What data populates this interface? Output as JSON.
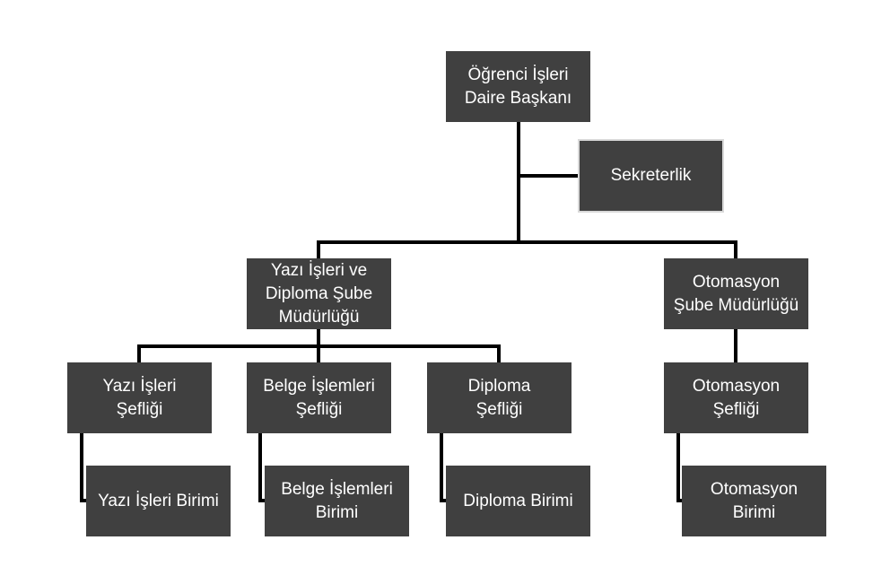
{
  "org_chart": {
    "head": {
      "label": "Öğrenci İşleri\nDaire Başkanı"
    },
    "assistant": {
      "label": "Sekreterlik"
    },
    "branches": [
      {
        "label": "Yazı İşleri ve\nDiploma Şube\nMüdürlüğü"
      },
      {
        "label": "Otomasyon\nŞube Müdürlüğü"
      }
    ],
    "chiefs": [
      {
        "label": "Yazı İşleri\nŞefliği"
      },
      {
        "label": "Belge İşlemleri\nŞefliği"
      },
      {
        "label": "Diploma\nŞefliği"
      },
      {
        "label": "Otomasyon\nŞefliği"
      }
    ],
    "units": [
      {
        "label": "Yazı İşleri Birimi"
      },
      {
        "label": "Belge İşlemleri\nBirimi"
      },
      {
        "label": "Diploma Birimi"
      },
      {
        "label": "Otomasyon\nBirimi"
      }
    ]
  },
  "colors": {
    "box": "#404040",
    "text": "#ffffff",
    "line": "#000000",
    "assistant_border": "#d9d9d9"
  }
}
